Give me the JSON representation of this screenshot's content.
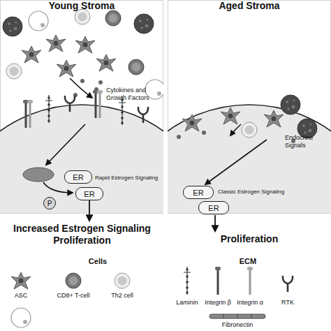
{
  "diagram": {
    "nodes": [
      {
        "text": [
          "Young Stroma"
        ]
      },
      {
        "text": [
          "Aged Stroma"
        ]
      },
      {
        "text": [
          "ER"
        ],
        "in": 0
      },
      {
        "text": [
          "ER"
        ],
        "in": 0
      },
      {
        "text": [
          "P"
        ],
        "in": 0
      },
      {
        "text": [
          "ER"
        ],
        "in": 1
      },
      {
        "text": [
          "ER"
        ],
        "in": 1
      }
    ],
    "labels": [
      "Cytokines and Growth Factors",
      "Rapid Estrogen Signaling",
      "Increased Estrogen Signaling Proliferation",
      "Endocrine Signals",
      "Classic Estrogen Signaling",
      "Proliferation",
      "Cells",
      "ECM"
    ],
    "legend": [
      {
        "text": "ASC"
      },
      {
        "text": "CD8+ T-cell"
      },
      {
        "text": "Th2 cell"
      },
      {
        "text": "Laminin"
      },
      {
        "text": "Integrin β"
      },
      {
        "text": "Integrin α"
      },
      {
        "text": "RTK"
      },
      {
        "text": "Fibronectin"
      }
    ]
  }
}
